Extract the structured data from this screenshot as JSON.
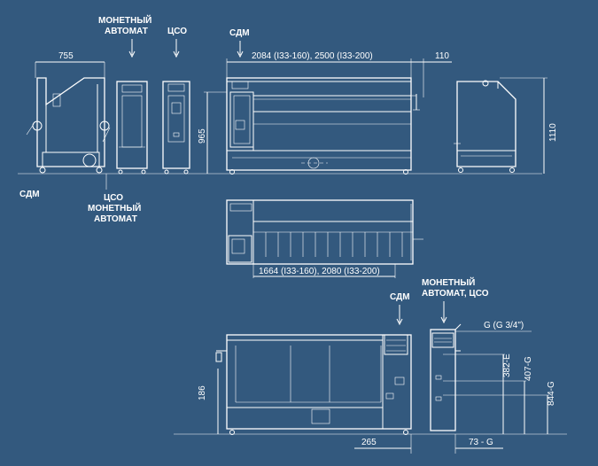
{
  "labels": {
    "sdm": "СДМ",
    "coin_line1": "МОНЕТНЫЙ",
    "coin_line2": "АВТОМАТ",
    "cso": "ЦСО",
    "coin_cso_line2": "АВТОМАТ, ЦСО",
    "gas": "G (G 3/4\")"
  },
  "dims": {
    "depth": "755",
    "length_top": "2084 (I33-160), 2500 (I33-200)",
    "offset_top": "110",
    "height_965": "965",
    "height_1110": "1110",
    "roll_len": "1664 (I33-160), 2080 (I33-200)",
    "h186": "186",
    "d382": "382-E",
    "d407": "407-G",
    "d844": "844-G",
    "d265": "265",
    "d73": "73 - G"
  }
}
